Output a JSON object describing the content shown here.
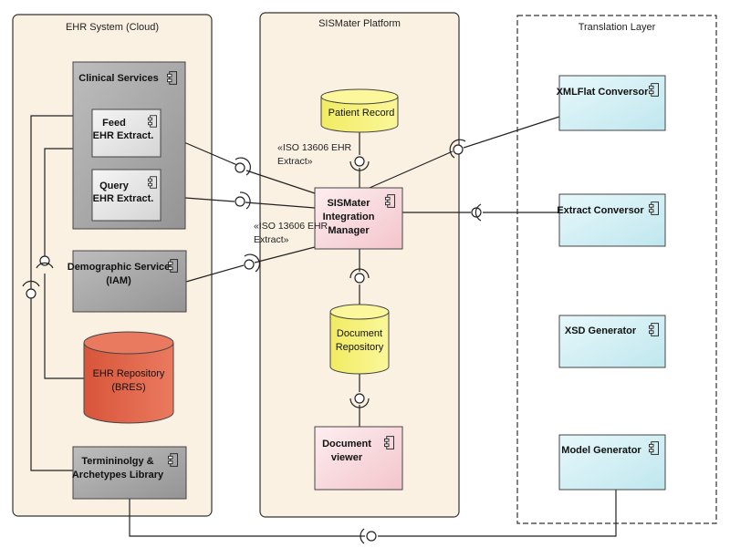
{
  "containers": {
    "ehr": {
      "title": "EHR System (Cloud)"
    },
    "sismater": {
      "title": "SISMater Platform"
    },
    "translation": {
      "title": "Translation Layer"
    }
  },
  "components": {
    "clinical_services": {
      "label": "Clinical Services"
    },
    "feed": {
      "line1": "Feed",
      "line2": "EHR Extract."
    },
    "query": {
      "line1": "Query",
      "line2": "EHR Extract."
    },
    "demographic": {
      "line1": "Demographic Service",
      "line2": "(IAM)"
    },
    "ehr_repository": {
      "line1": "EHR Repository",
      "line2": "(BRES)"
    },
    "terminology": {
      "line1": "Termininolgy &",
      "line2": "Archetypes Library"
    },
    "patient_record": {
      "label": "Patient Record"
    },
    "integration_manager": {
      "line1": "SISMater",
      "line2": "Integration",
      "line3": "Manager"
    },
    "document_repository": {
      "line1": "Document",
      "line2": "Repository"
    },
    "document_viewer": {
      "line1": "Document",
      "line2": "viewer"
    },
    "xmlflat": {
      "label": "XMLFlat Conversor"
    },
    "extract_conversor": {
      "label": "Extract Conversor"
    },
    "xsd_generator": {
      "label": "XSD Generator"
    },
    "model_generator": {
      "label": "Model Generator"
    }
  },
  "annotations": {
    "iso_upper": {
      "line1": "«ISO 13606 EHR",
      "line2": "Extract»"
    },
    "iso_lower": {
      "line1": "«ISO 13606 EHR",
      "line2": "Extract»"
    }
  },
  "colors": {
    "ehr_bg": "#fbf1e3",
    "sismater_bg": "#fbf1e3",
    "gray_component": "#a9a9a9",
    "light_component": "#e9e9e9",
    "repository": "#e0674c",
    "yellow": "#f6f27a",
    "pink": "#f9dde0",
    "cyan": "#d6f1f5"
  }
}
